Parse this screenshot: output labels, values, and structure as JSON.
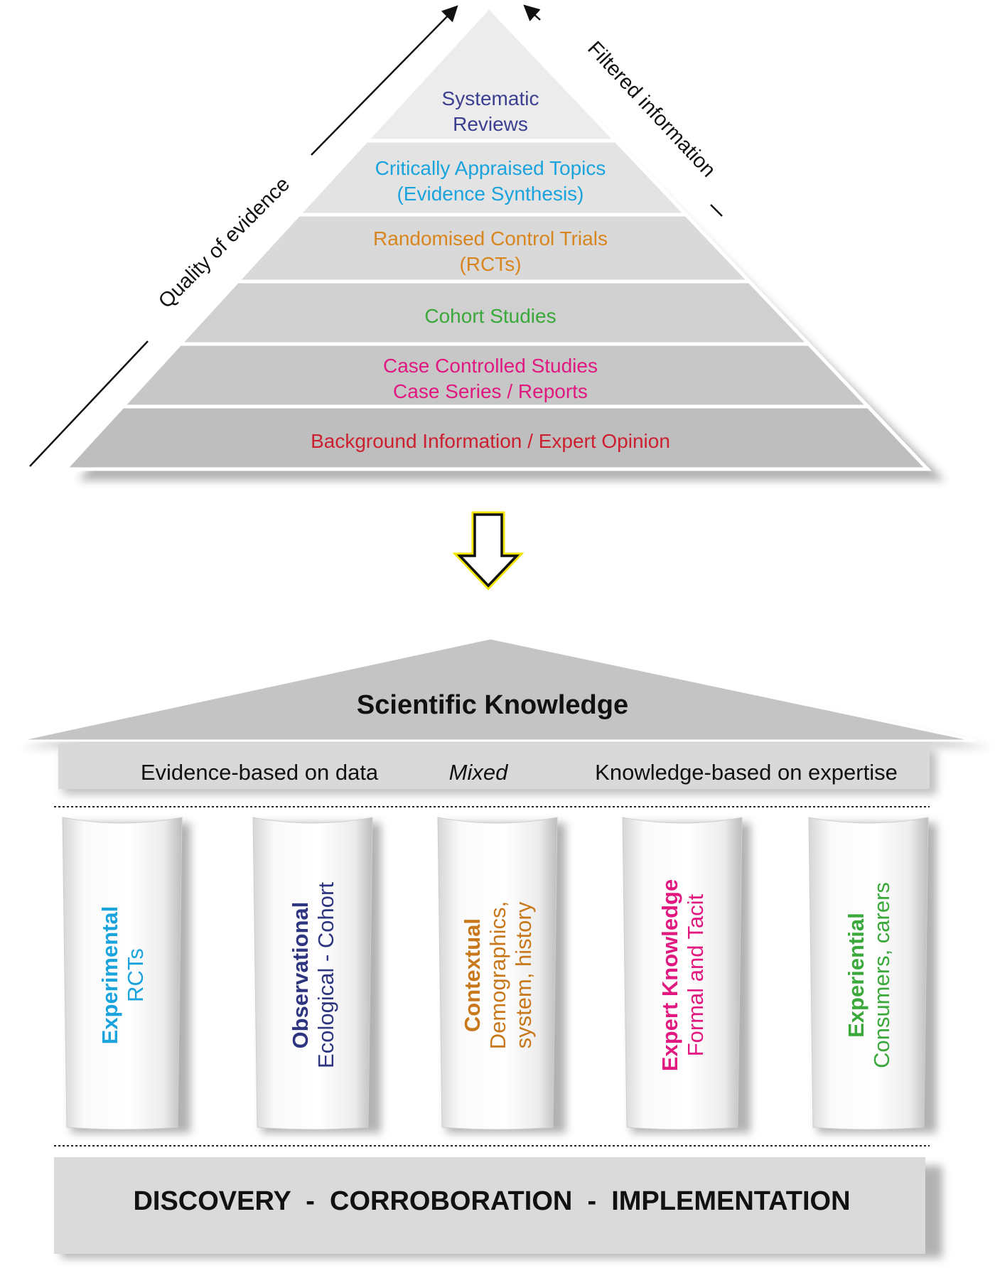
{
  "pyramid": {
    "arrow_left_label": "Quality of evidence",
    "arrow_right_label": "Filtered information",
    "tiers": [
      {
        "lines": [
          "Systematic",
          "Reviews"
        ],
        "color": "#3b3f8f"
      },
      {
        "lines": [
          "Critically Appraised Topics",
          "(Evidence Synthesis)"
        ],
        "color": "#1aa3dd"
      },
      {
        "lines": [
          "Randomised Control Trials",
          "(RCTs)"
        ],
        "color": "#d9851e"
      },
      {
        "lines": [
          "Cohort Studies"
        ],
        "color": "#3aa83a"
      },
      {
        "lines": [
          "Case Controlled Studies",
          "Case Series / Reports"
        ],
        "color": "#e0187f"
      },
      {
        "lines": [
          "Background Information / Expert Opinion"
        ],
        "color": "#cc2030"
      }
    ]
  },
  "temple": {
    "roof_title": "Scientific Knowledge",
    "beam": {
      "left": "Evidence-based on data",
      "middle": "Mixed",
      "right": "Knowledge-based on expertise"
    },
    "pillars": [
      {
        "title": "Experimental",
        "subtitle": [
          "RCTs"
        ],
        "color": "#1aa3dd"
      },
      {
        "title": "Observational",
        "subtitle": [
          "Ecological - Cohort"
        ],
        "color": "#2e3580"
      },
      {
        "title": "Contextual",
        "subtitle": [
          "Demographics,",
          "system, history"
        ],
        "color": "#c8781a"
      },
      {
        "title": "Expert Knowledge",
        "subtitle": [
          "Formal and Tacit"
        ],
        "color": "#e0187f"
      },
      {
        "title": "Experiential",
        "subtitle": [
          "Consumers, carers"
        ],
        "color": "#3aa83a"
      }
    ],
    "base": "DISCOVERY  -  CORROBORATION  -  IMPLEMENTATION"
  }
}
